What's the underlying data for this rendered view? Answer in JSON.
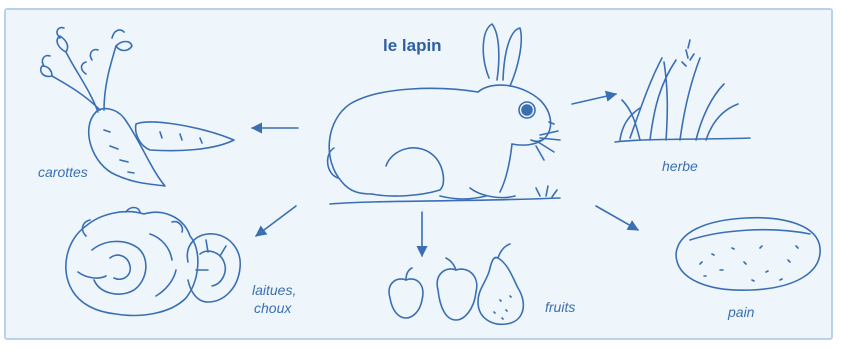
{
  "diagram": {
    "title": "le lapin",
    "colors": {
      "ink": "#3b6fb3",
      "background": "#eef6fb",
      "border": "#b9d2ea"
    },
    "foods": [
      {
        "id": "carottes",
        "label": "carottes"
      },
      {
        "id": "herbe",
        "label": "herbe"
      },
      {
        "id": "laitues",
        "label_line1": "laitues,",
        "label_line2": "choux"
      },
      {
        "id": "fruits",
        "label": "fruits"
      },
      {
        "id": "pain",
        "label": "pain"
      }
    ]
  }
}
